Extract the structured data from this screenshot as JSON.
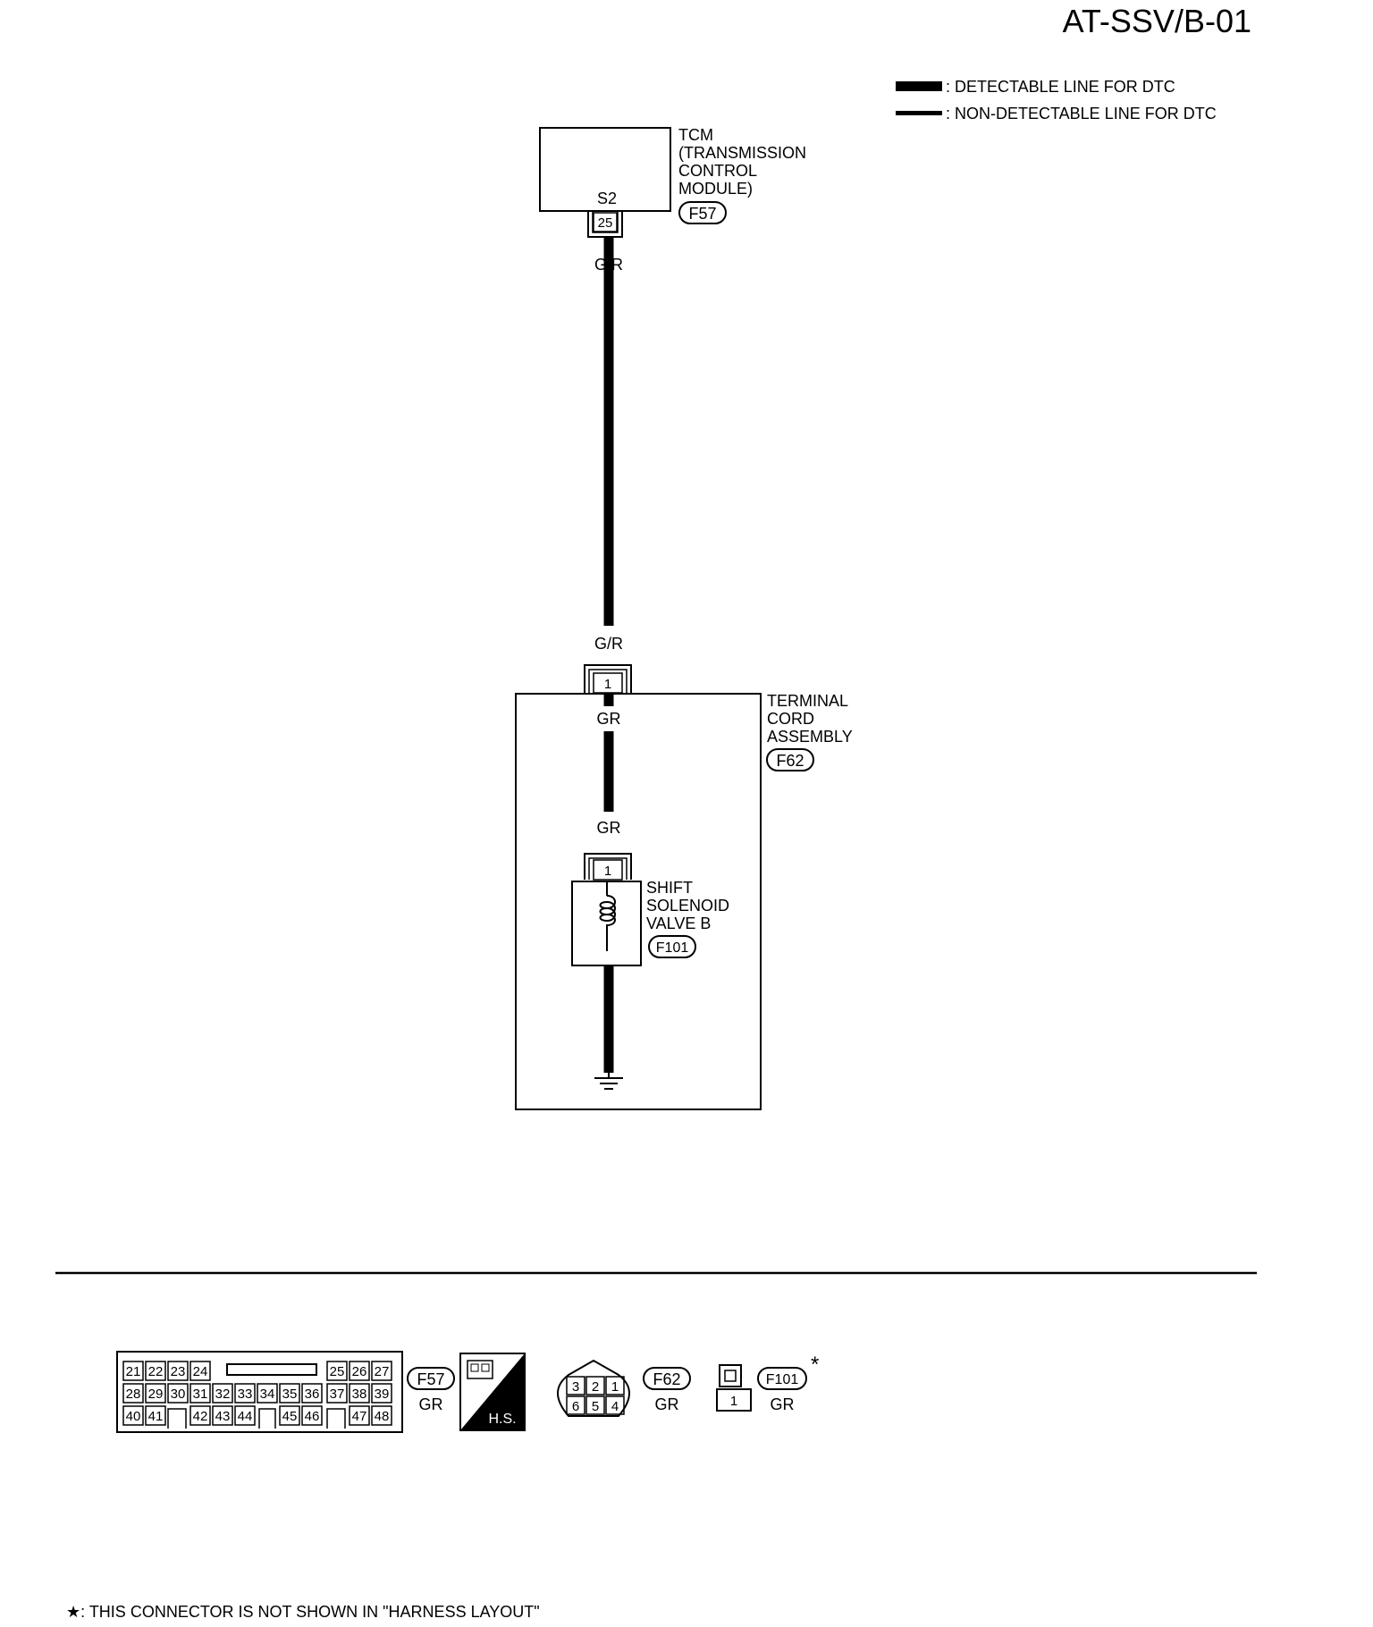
{
  "title": "AT-SSV/B-01",
  "legend": {
    "detectable": ": DETECTABLE LINE FOR DTC",
    "non_detectable": ": NON-DETECTABLE LINE FOR DTC"
  },
  "tcm": {
    "label_lines": [
      "TCM",
      "(TRANSMISSION",
      "CONTROL",
      "MODULE)"
    ],
    "terminal_name": "S2",
    "pin": "25",
    "connector": "F57"
  },
  "wire_top": {
    "color_top": "G/R",
    "color_bottom": "G/R"
  },
  "terminal_cord": {
    "label_lines": [
      "TERMINAL",
      "CORD",
      "ASSEMBLY"
    ],
    "connector": "F62",
    "pin": "1",
    "wire_color_1": "GR",
    "wire_color_2": "GR"
  },
  "solenoid": {
    "label_lines": [
      "SHIFT",
      "SOLENOID",
      "VALVE B"
    ],
    "connector": "F101",
    "pin": "1"
  },
  "connectors": {
    "f57": {
      "id": "F57",
      "color": "GR",
      "row1_left": [
        "21",
        "22",
        "23",
        "24"
      ],
      "row1_right": [
        "25",
        "26",
        "27"
      ],
      "row2": [
        "28",
        "29",
        "30",
        "31",
        "32",
        "33",
        "34",
        "35",
        "36",
        "37",
        "38",
        "39"
      ],
      "row3_groups": [
        [
          "40",
          "41"
        ],
        [
          "42",
          "43",
          "44"
        ],
        [
          "45",
          "46"
        ],
        [
          "47",
          "48"
        ]
      ]
    },
    "hs_label": "H.S.",
    "f62": {
      "id": "F62",
      "color": "GR",
      "top_pins": [
        "3",
        "2",
        "1"
      ],
      "bottom_pins": [
        "6",
        "5",
        "4"
      ]
    },
    "f101": {
      "id": "F101",
      "color": "GR",
      "pin": "1",
      "asterisk": "*"
    }
  },
  "footnote": "★: THIS CONNECTOR IS NOT SHOWN IN \"HARNESS LAYOUT\""
}
